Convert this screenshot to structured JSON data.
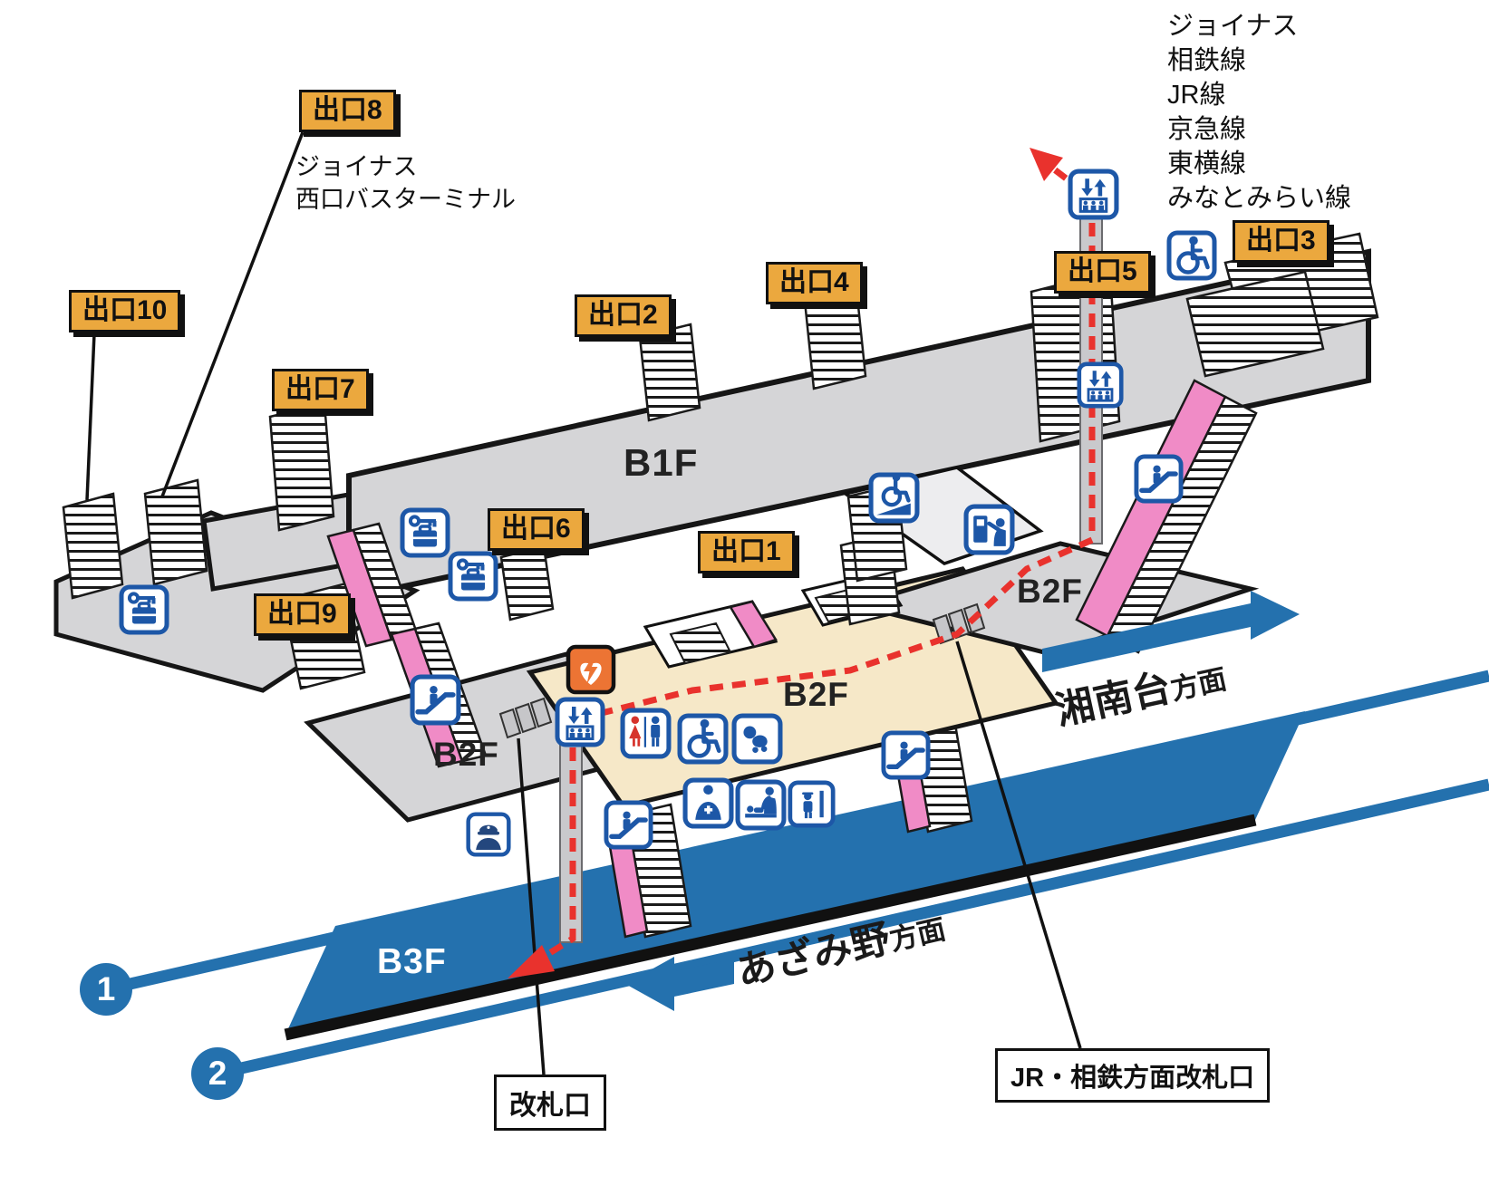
{
  "exits": {
    "e1": "出口1",
    "e2": "出口2",
    "e3": "出口3",
    "e4": "出口4",
    "e5": "出口5",
    "e6": "出口6",
    "e7": "出口7",
    "e8": "出口8",
    "e9": "出口9",
    "e10": "出口10"
  },
  "floors": {
    "b1f": "B1F",
    "b2f_right": "B2F",
    "b2f_center": "B2F",
    "b2f_left": "B2F",
    "b3f": "B3F"
  },
  "transfer_lines": [
    "ジョイナス",
    "相鉄線",
    "JR線",
    "京急線",
    "東横線",
    "みなとみらい線"
  ],
  "exit8_note": {
    "line1": "ジョイナス",
    "line2": "西口バスターミナル"
  },
  "gates": {
    "center": "改札口",
    "jr_sotetsu": "JR・相鉄方面改札口"
  },
  "directions": {
    "shonandai_main": "湘南台",
    "shonandai_suffix": "方面",
    "azamino_main": "あざみ野",
    "azamino_suffix": "方面"
  },
  "platforms": {
    "p1": "1",
    "p2": "2"
  },
  "icons": {
    "elevator": "elevator",
    "escalator": "escalator",
    "wheelchair": "wheelchair-accessible",
    "wheelchair_ramp": "wheelchair-accessible-ramp",
    "ticket_machine": "ticket-machine",
    "coin_locker": "coin-locker",
    "aed": "aed",
    "police": "station-staff",
    "toilet": "toilet",
    "baby": "baby-room",
    "nursing": "nursing-room",
    "diaper": "diaper-changing",
    "kids": "kids-toilet"
  },
  "colors": {
    "exit_label": "#EBA83E",
    "floor_gray": "#D5D5D7",
    "paid_area_beige": "#F6E8C8",
    "line_blue": "#2471AE",
    "icon_blue": "#1D57A7",
    "escalator_pink": "#F08BC6",
    "route_red": "#E9322D",
    "aed_orange": "#EC7434"
  }
}
